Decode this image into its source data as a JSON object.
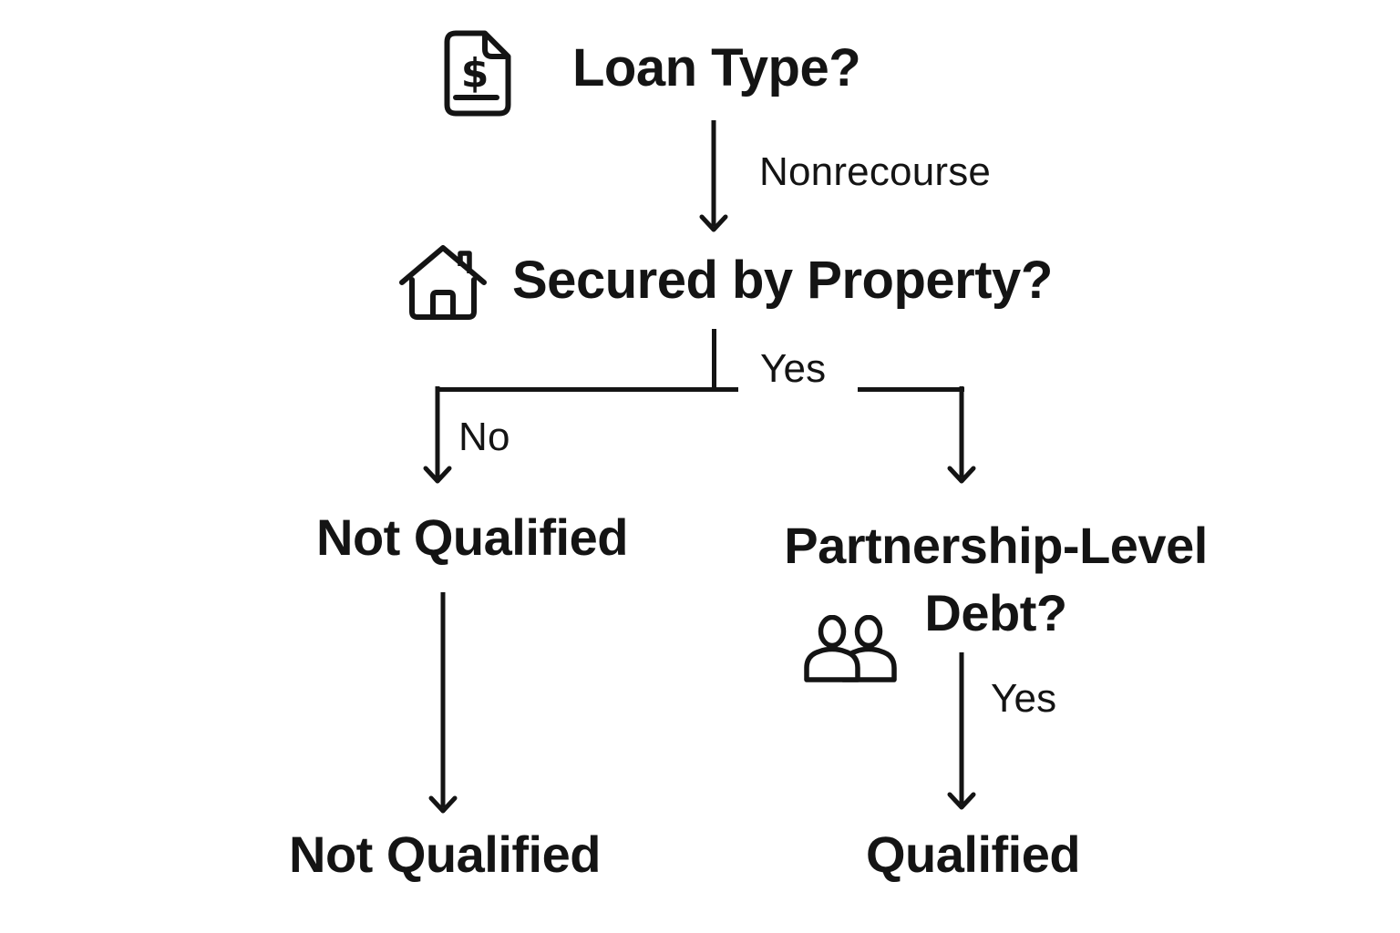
{
  "flowchart": {
    "colors": {
      "background": "#ffffff",
      "ink": "#141414"
    },
    "nodes": {
      "loan_type": {
        "label": "Loan Type?",
        "icon": "dollar-document-icon"
      },
      "secured_by_property": {
        "label": "Secured by Property?",
        "icon": "house-icon"
      },
      "not_qualified_mid": {
        "label": "Not Qualified"
      },
      "partnership_debt": {
        "label_line1": "Partnership-Level",
        "label_line2": "Debt?",
        "icon": "people-icon"
      },
      "not_qualified_final": {
        "label": "Not Qualified"
      },
      "qualified_final": {
        "label": "Qualified"
      }
    },
    "edges": {
      "nonrecourse": {
        "label": "Nonrecourse",
        "from": "loan_type",
        "to": "secured_by_property"
      },
      "no_branch": {
        "label": "No",
        "from": "secured_by_property",
        "to": "not_qualified_mid"
      },
      "yes_branch": {
        "label": "Yes",
        "from": "secured_by_property",
        "to": "partnership_debt"
      },
      "not_qualified_flow": {
        "label": "",
        "from": "not_qualified_mid",
        "to": "not_qualified_final"
      },
      "partnership_yes": {
        "label": "Yes",
        "from": "partnership_debt",
        "to": "qualified_final"
      }
    },
    "dollar_glyph": "$"
  }
}
